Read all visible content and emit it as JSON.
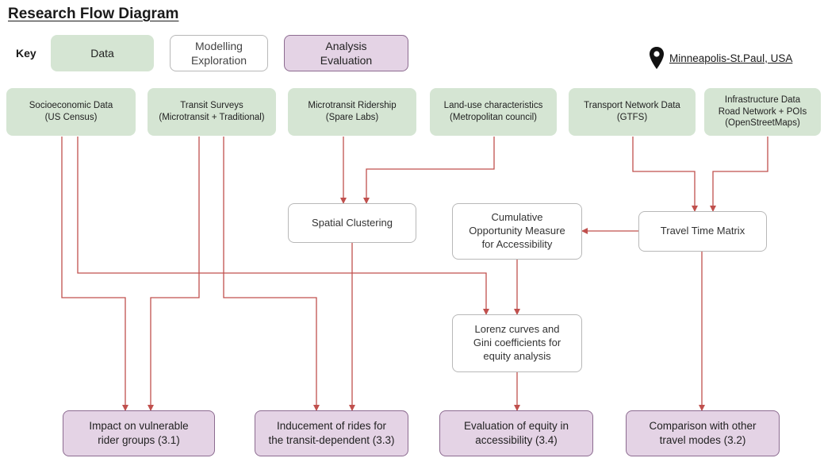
{
  "title": "Research Flow Diagram",
  "key": {
    "label": "Key",
    "data": "Data",
    "modelling": "Modelling\nExploration",
    "analysis": "Analysis\nEvaluation"
  },
  "location": "Minneapolis-St.Paul, USA",
  "sources": {
    "socioeconomic": "Socioeconomic Data\n(US Census)",
    "transit_surveys": "Transit Surveys\n(Microtransit + Traditional)",
    "microtransit": "Microtransit Ridership\n(Spare Labs)",
    "land_use": "Land-use characteristics\n(Metropolitan council)",
    "transport_network": "Transport Network Data\n(GTFS)",
    "infrastructure": "Infrastructure Data\nRoad Network + POIs\n(OpenStreetMaps)"
  },
  "modelling": {
    "spatial_clustering": "Spatial Clustering",
    "cumulative_opportunity": "Cumulative\nOpportunity Measure\nfor Accessibility",
    "travel_time_matrix": "Travel Time Matrix",
    "lorenz": "Lorenz curves and\nGini coefficients for\nequity analysis"
  },
  "outputs": {
    "vulnerable": "Impact on vulnerable\nrider groups (3.1)",
    "inducement": "Inducement of rides for\nthe transit-dependent (3.3)",
    "equity": "Evaluation of equity in\naccessibility (3.4)",
    "comparison": "Comparison with other\ntravel modes (3.2)"
  },
  "colors": {
    "data": "#d5e5d3",
    "analysis": "#e4d3e5",
    "arrow": "#c0504d"
  }
}
